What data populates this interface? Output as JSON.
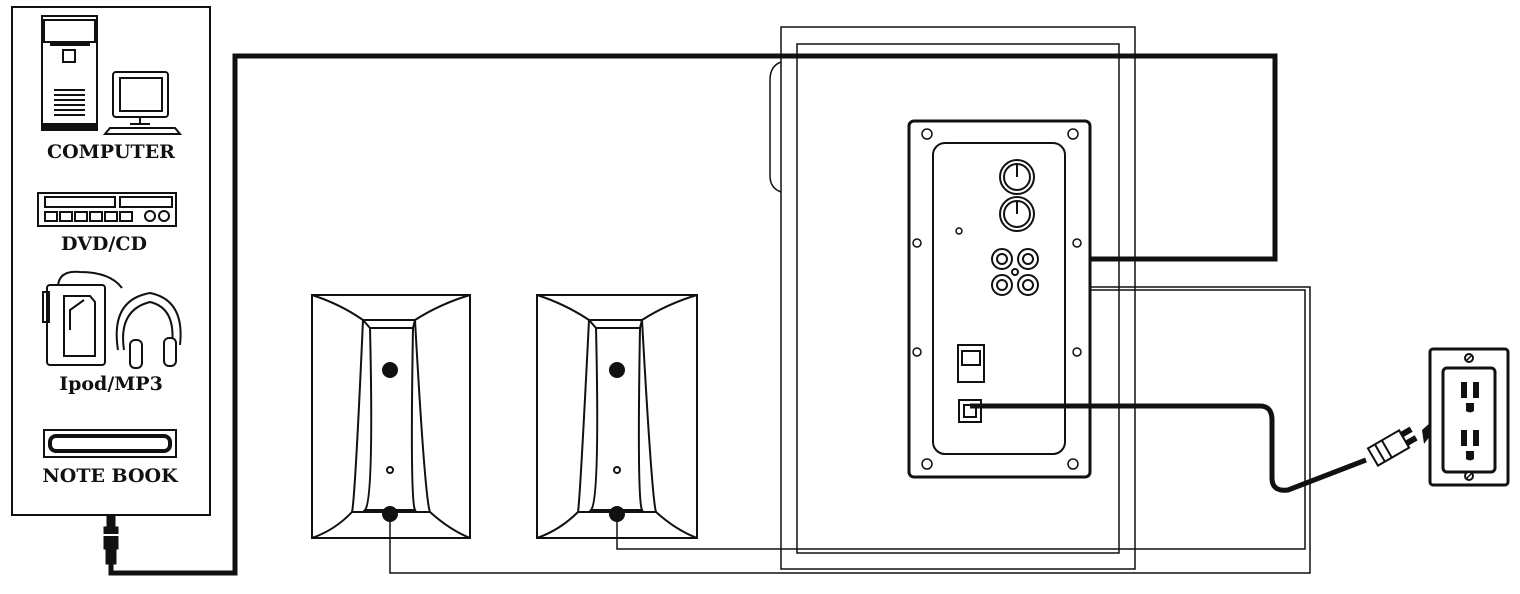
{
  "sources": {
    "computer_label": "COMPUTER",
    "dvd_label": "DVD/CD",
    "mp3_label": "Ipod/MP3",
    "notebook_label": "NOTE BOOK"
  },
  "icons": {
    "computer": "desktop-computer-icon",
    "dvd": "dvd-player-icon",
    "mp3": "mp3-player-with-headphones-icon",
    "notebook": "notebook-icon",
    "outlet": "wall-outlet-icon",
    "plug": "power-plug-icon",
    "jack": "audio-jack-icon"
  },
  "colors": {
    "line": "#111111",
    "background": "#ffffff"
  }
}
